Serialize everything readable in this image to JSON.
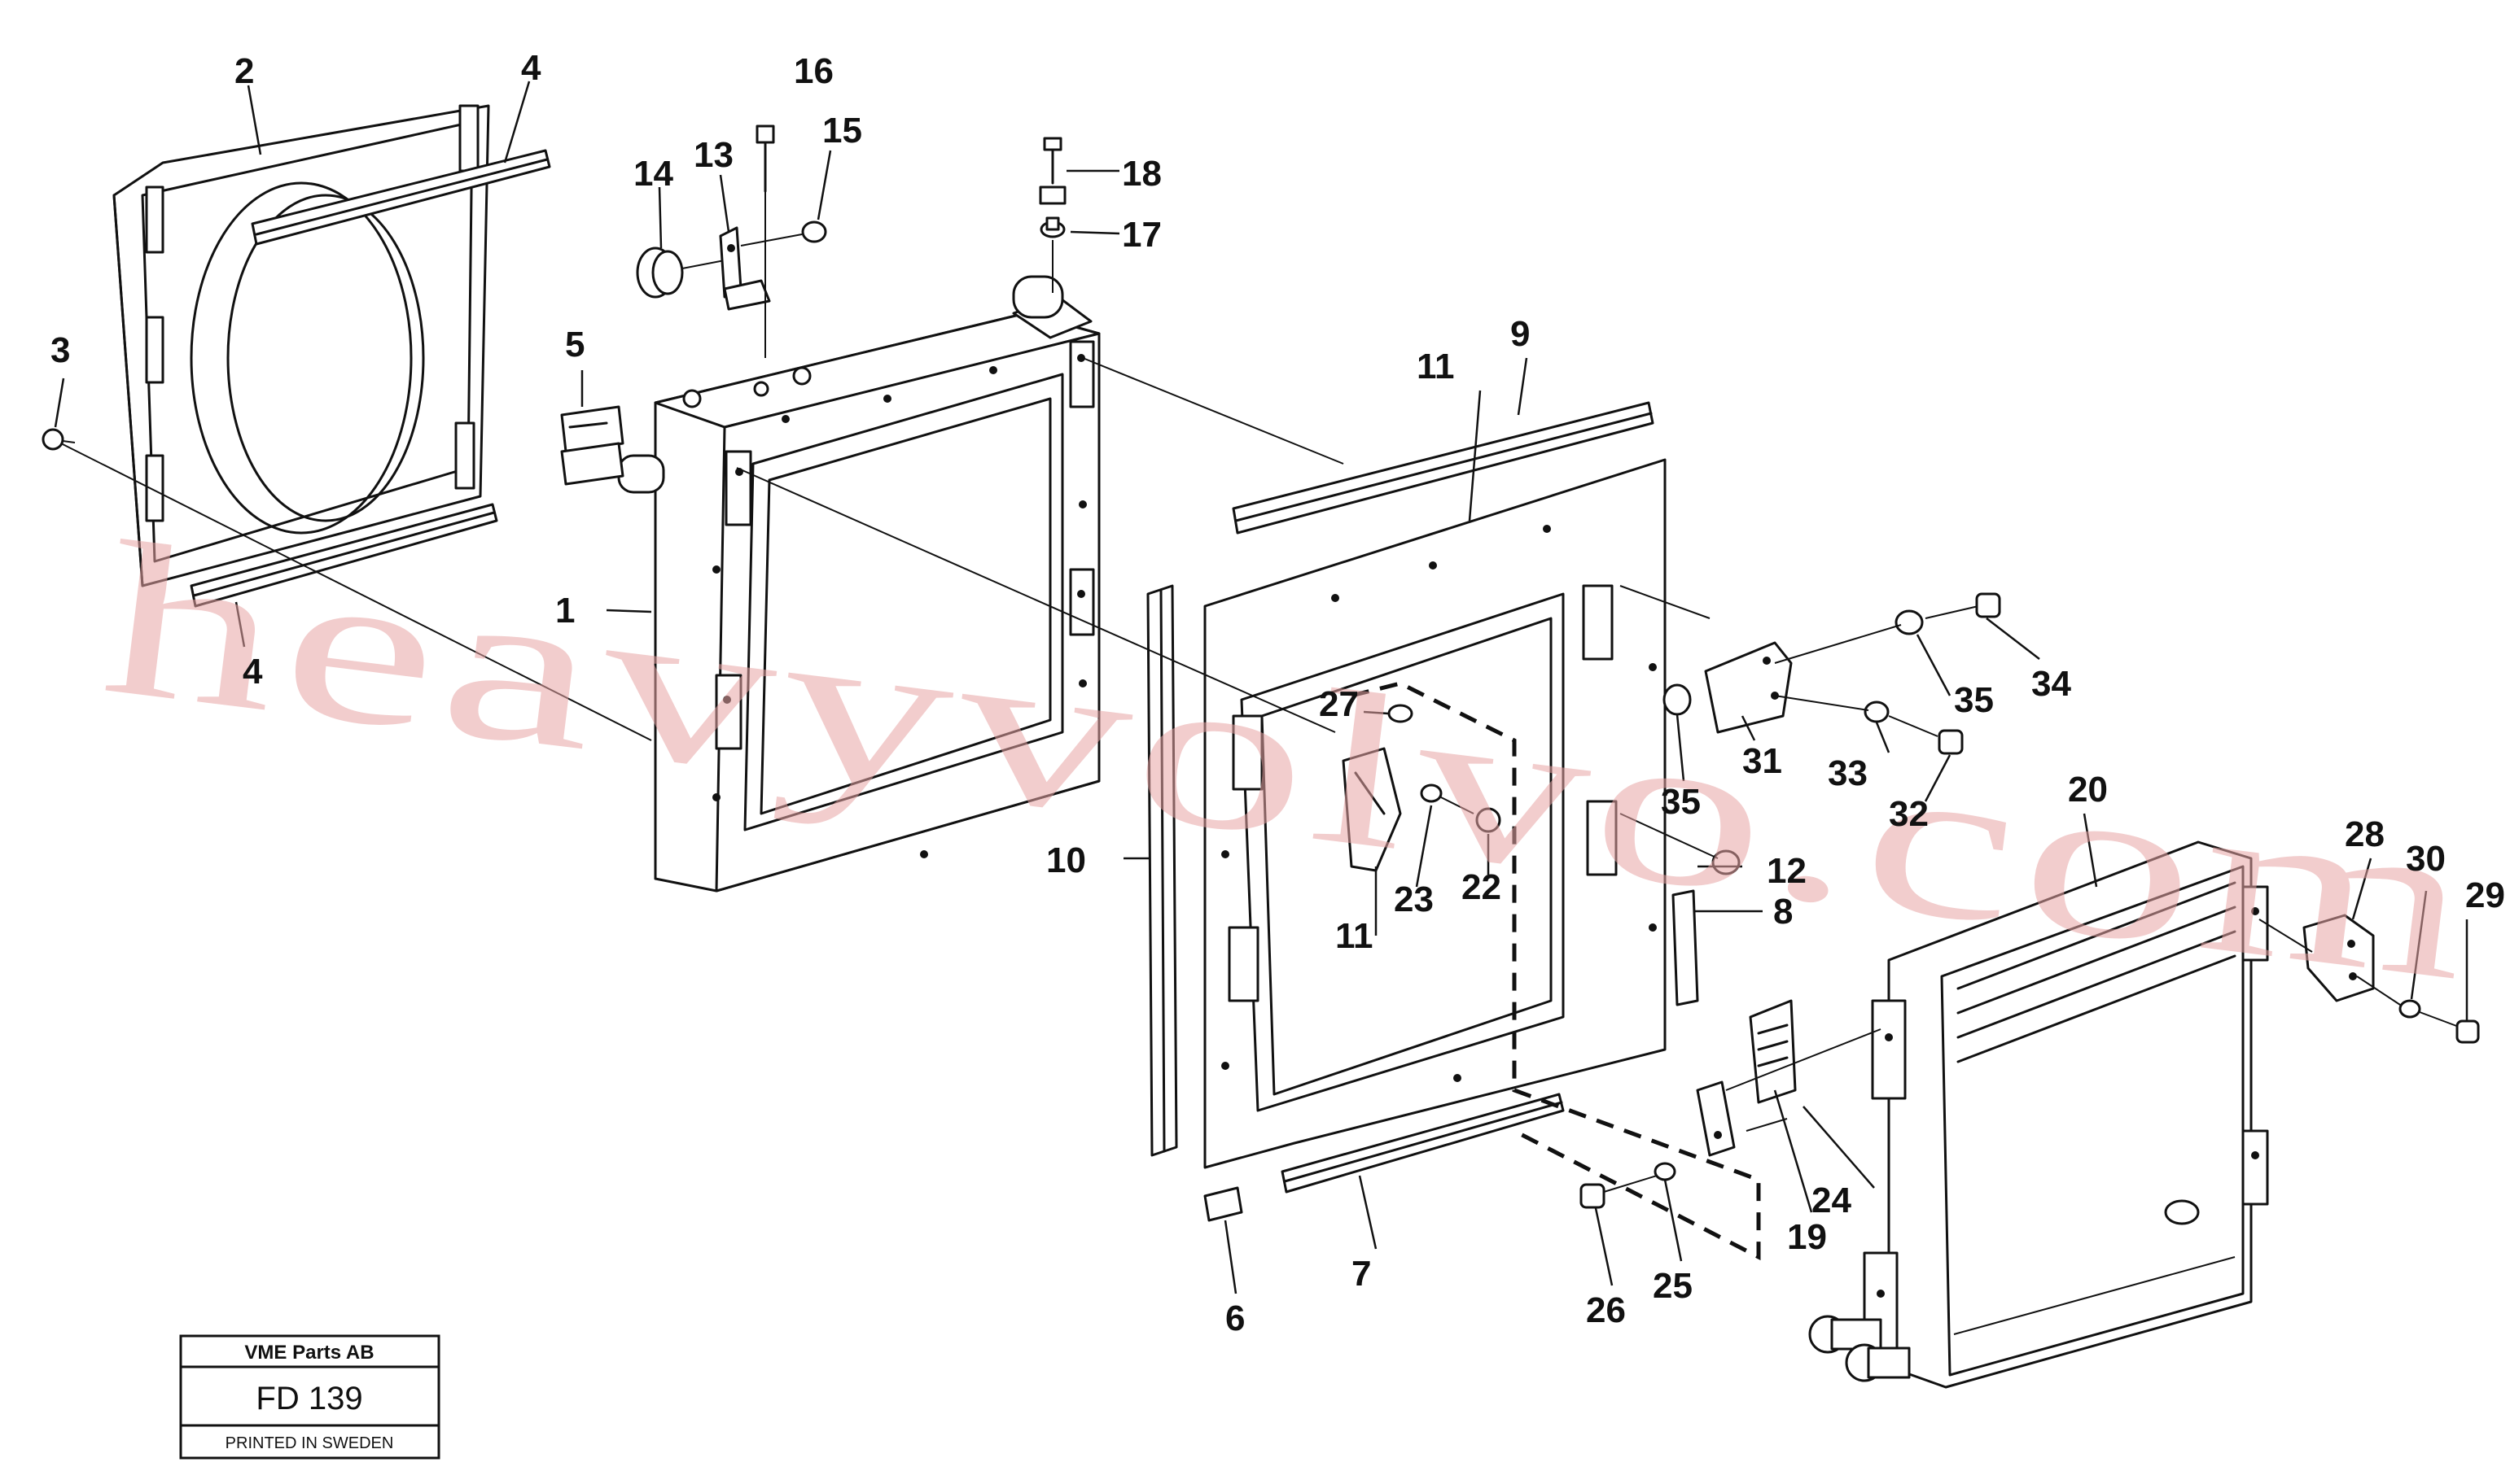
{
  "diagram": {
    "callouts": {
      "c1": "1",
      "c2": "2",
      "c3": "3",
      "c4a": "4",
      "c4b": "4",
      "c5": "5",
      "c6": "6",
      "c7": "7",
      "c8": "8",
      "c9": "9",
      "c10": "10",
      "c11a": "11",
      "c11b": "11",
      "c12": "12",
      "c13": "13",
      "c14": "14",
      "c15": "15",
      "c16": "16",
      "c17": "17",
      "c18": "18",
      "c19": "19",
      "c20": "20",
      "c22": "22",
      "c23": "23",
      "c24": "24",
      "c25": "25",
      "c26": "26",
      "c27": "27",
      "c28": "28",
      "c29": "29",
      "c30": "30",
      "c31": "31",
      "c32": "32",
      "c33": "33",
      "c34": "34",
      "c35a": "35",
      "c35b": "35"
    },
    "watermark": "heavyvolvo.com"
  },
  "title_block": {
    "company": "VME Parts AB",
    "code": "FD 139",
    "printed": "PRINTED IN SWEDEN"
  },
  "colors": {
    "line": "#111111",
    "watermark": "#e8a4a4",
    "background": "#ffffff"
  }
}
